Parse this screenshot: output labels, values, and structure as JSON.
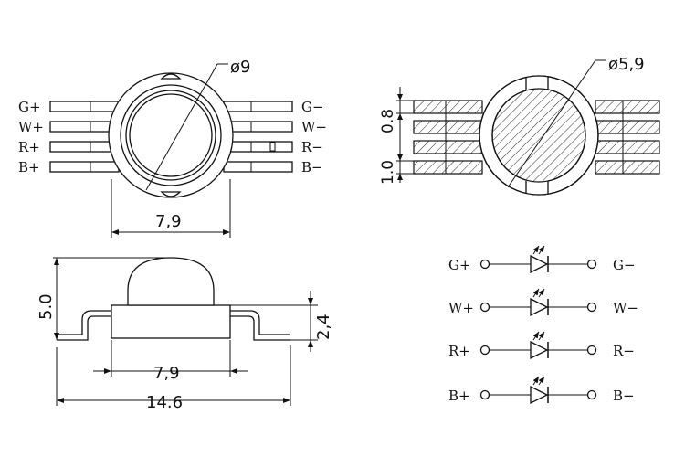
{
  "top_view": {
    "diameter_label": "ø9",
    "width_label": "7,9",
    "pins_left": [
      "G+",
      "W+",
      "R+",
      "B+"
    ],
    "pins_right": [
      "G−",
      "W−",
      "R−",
      "B−"
    ]
  },
  "bottom_view": {
    "diameter_label": "ø5,9",
    "pitch_label": "0.8",
    "lead_width_label": "1.0"
  },
  "side_view": {
    "height_label": "5.0",
    "body_height_label": "2,4",
    "body_width_label": "7,9",
    "total_width_label": "14.6"
  },
  "schematic": {
    "rows": [
      {
        "anode": "G+",
        "cathode": "G−"
      },
      {
        "anode": "W+",
        "cathode": "W−"
      },
      {
        "anode": "R+",
        "cathode": "R−"
      },
      {
        "anode": "B+",
        "cathode": "B−"
      }
    ]
  }
}
